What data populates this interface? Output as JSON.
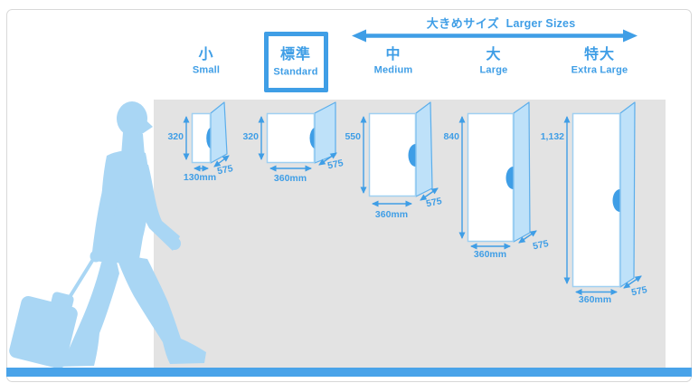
{
  "header": {
    "label_ja": "大きめサイズ",
    "label_en": "Larger Sizes"
  },
  "categories": [
    {
      "label_ja": "小",
      "label_en": "Small",
      "highlighted": false
    },
    {
      "label_ja": "標準",
      "label_en": "Standard",
      "highlighted": true
    },
    {
      "label_ja": "中",
      "label_en": "Medium",
      "highlighted": false
    },
    {
      "label_ja": "大",
      "label_en": "Large",
      "highlighted": false
    },
    {
      "label_ja": "特大",
      "label_en": "Extra Large",
      "highlighted": false
    }
  ],
  "lockers": [
    {
      "size": "small",
      "height": "320",
      "width": "130mm",
      "depth": "575"
    },
    {
      "size": "standard",
      "height": "320",
      "width": "360mm",
      "depth": "575"
    },
    {
      "size": "medium",
      "height": "550",
      "width": "360mm",
      "depth": "575"
    },
    {
      "size": "large",
      "height": "840",
      "width": "360mm",
      "depth": "575"
    },
    {
      "size": "extra-large",
      "height": "1,132",
      "width": "360mm",
      "depth": "575"
    }
  ],
  "colors": {
    "accent": "#3f9ee6",
    "silhouette": "#a9d6f4",
    "locker_side": "#bee1f9",
    "locker_front_stroke": "#9fd0f2",
    "side_stroke": "#5caeeb",
    "panel": "#e3e3e3",
    "bar": "#49a3e9",
    "frame": "#d8d8d8"
  }
}
